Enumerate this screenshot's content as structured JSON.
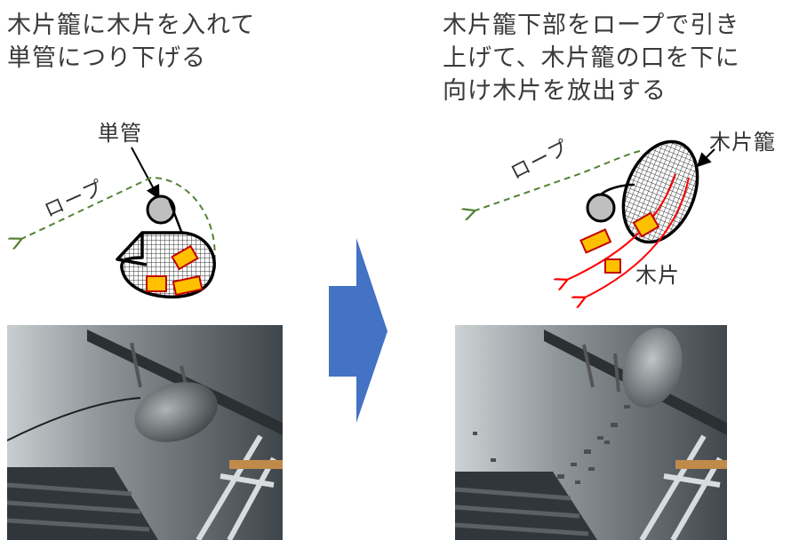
{
  "left_panel": {
    "caption": [
      "木片籠に木片を入れて",
      "単管につり下げる"
    ],
    "pipe_label": "単管",
    "rope_label": "ロープ"
  },
  "right_panel": {
    "caption": [
      "木片籠下部をロープで引き",
      "上げて、木片籠の口を下に",
      "向け木片を放出する"
    ],
    "basket_label": "木片籠",
    "rope_label": "ロープ",
    "chip_label": "木片"
  },
  "colors": {
    "arrow": "#4472c4",
    "rope": "#548235",
    "chip_fill": "#ffc000",
    "chip_stroke": "#c00000",
    "flow": "#ff0000",
    "pipe": "#bfbfbf"
  },
  "icons": {
    "transition": "right-chevron-arrow-icon"
  }
}
